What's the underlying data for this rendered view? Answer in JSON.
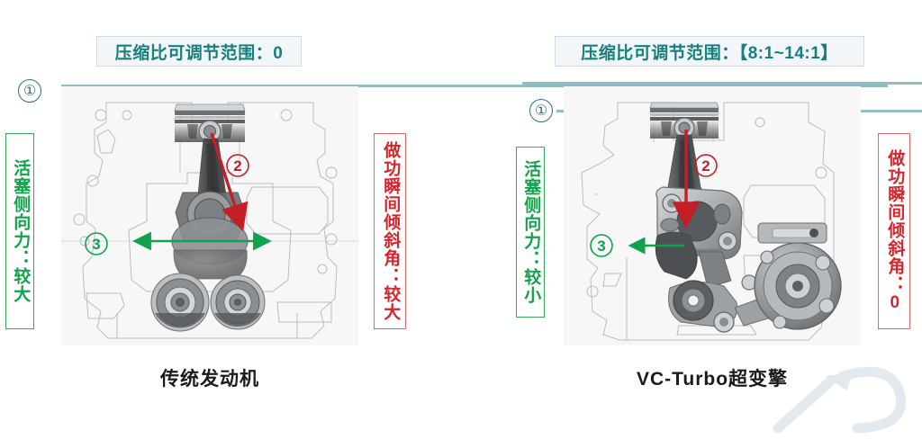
{
  "page": {
    "title": "VC-Turbo 可变压缩比发动机对比图",
    "background": "#ffffff"
  },
  "colors": {
    "teal": "#17807e",
    "teal_line": "#8fbfc4",
    "marker_outline": "#2f6f82",
    "green": "#11a24a",
    "green_arrow": "#12a14d",
    "red": "#d4262c",
    "red_arrow": "#c21f26",
    "panel_bg": "#f7f7f7",
    "caption": "#1b1b1b",
    "pill_bg": "#f2f6f8",
    "pill_border": "#cfdce2"
  },
  "header": {
    "left_pill": "压缩比可调节范围：0",
    "right_pill": "压缩比可调节范围：【8:1~14:1】"
  },
  "left_panel": {
    "caption": "传统发动机",
    "marker_1": "①",
    "marker_2": "②",
    "marker_3": "③",
    "side_force_label": "活塞侧向力：较大",
    "tilt_angle_label": "做功瞬间倾斜角：较大",
    "reference_lines": 1,
    "force_arrow": "diagonal-down-right",
    "stroke_arrow": "double-headed-wide"
  },
  "right_panel": {
    "caption": "VC-Turbo超变擎",
    "marker_1": "①",
    "marker_2": "②",
    "marker_3": "③",
    "side_force_label": "活塞侧向力：较小",
    "tilt_angle_label": "做功瞬间倾斜角：0",
    "reference_lines": 2,
    "force_arrow": "vertical-down",
    "stroke_arrow": "single-headed-short-left"
  }
}
